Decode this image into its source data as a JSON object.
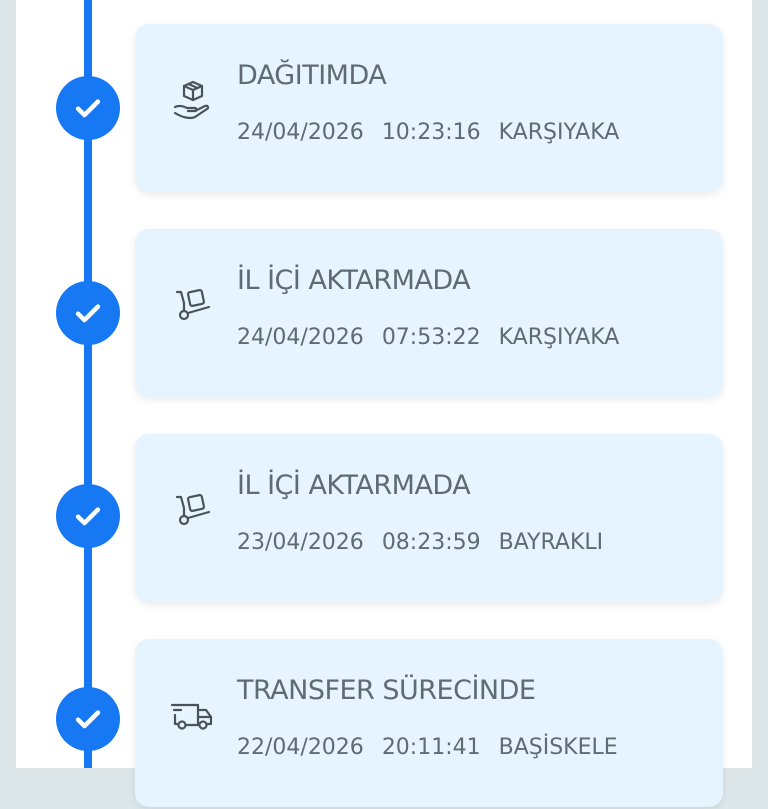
{
  "colors": {
    "accent": "#1679f3",
    "card_bg": "#e5f4fe",
    "text": "#5f6a72",
    "page_bg": "#dde7ea"
  },
  "tracking_steps": [
    {
      "status": "DAĞITIMDA",
      "date": "24/04/2026",
      "time": "10:23:16",
      "location": "KARŞIYAKA",
      "icon": "package-in-hand-icon",
      "completed": true
    },
    {
      "status": "İL İÇİ AKTARMADA",
      "date": "24/04/2026",
      "time": "07:53:22",
      "location": "KARŞIYAKA",
      "icon": "hand-truck-icon",
      "completed": true
    },
    {
      "status": "İL İÇİ AKTARMADA",
      "date": "23/04/2026",
      "time": "08:23:59",
      "location": "BAYRAKLI",
      "icon": "hand-truck-icon",
      "completed": true
    },
    {
      "status": "TRANSFER SÜRECİNDE",
      "date": "22/04/2026",
      "time": "20:11:41",
      "location": "BAŞİSKELE",
      "icon": "delivery-truck-icon",
      "completed": true
    }
  ]
}
